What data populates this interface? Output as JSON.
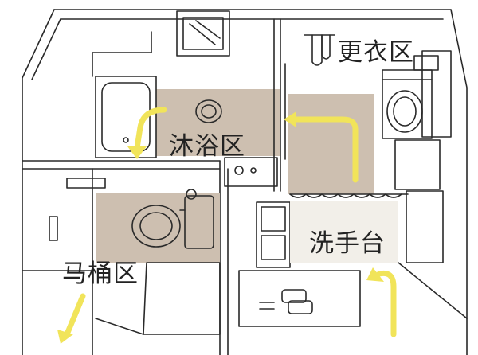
{
  "labels": {
    "changing_area": "更衣区",
    "shower_area": "沐浴区",
    "sink_area": "洗手台",
    "toilet_area": "马桶区"
  },
  "colors": {
    "floor_tint": "#cdbfb0",
    "line": "#2a2a2a",
    "arrow": "#f1e45a"
  },
  "icons": [
    "bathtub-icon",
    "toilet-icon",
    "washing-machine-icon",
    "sink-icon",
    "towel-icon",
    "window-icon",
    "bath-mat-icon",
    "slippers-icon"
  ]
}
